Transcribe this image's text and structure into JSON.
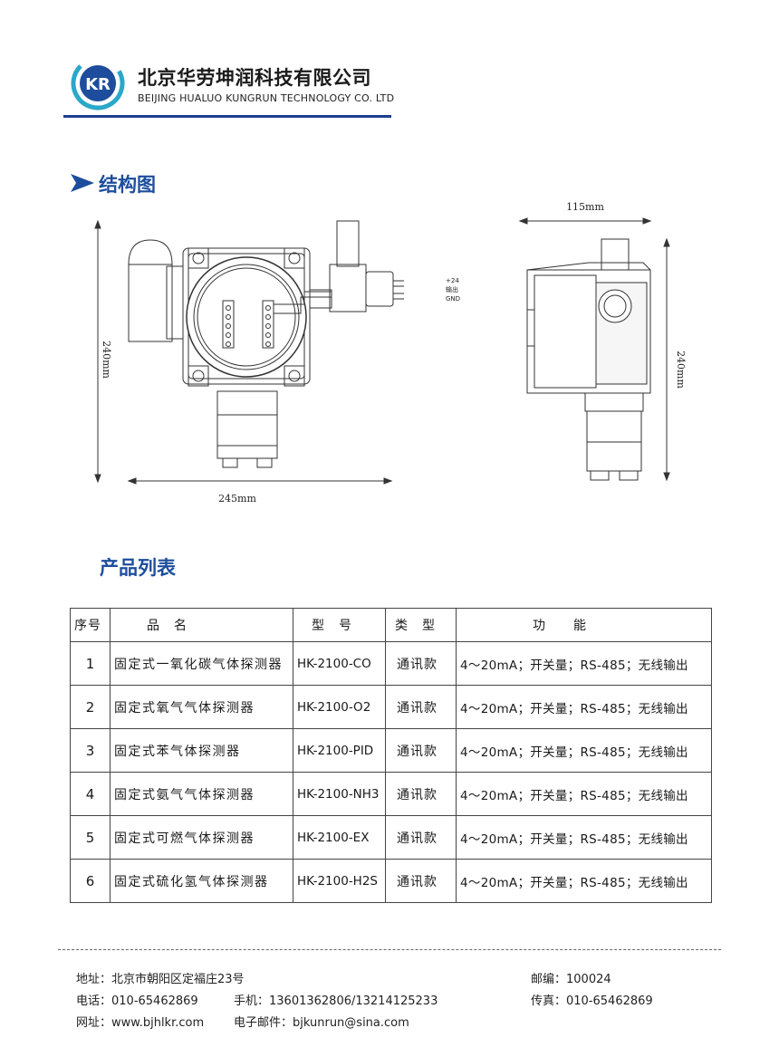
{
  "header": {
    "logo_text": "KR",
    "company_cn": "北京华劳坤润科技有限公司",
    "company_en": "BEIJING HUALUO KUNGRUN TECHNOLOGY CO. LTD"
  },
  "structure": {
    "title": "结构图",
    "front_view": {
      "height_label": "240mm",
      "width_label": "245mm",
      "terminal_labels": [
        "+24",
        "输出",
        "GND"
      ]
    },
    "side_view": {
      "width_label": "115mm",
      "height_label": "240mm"
    }
  },
  "product_list": {
    "title": "产品列表",
    "headers": [
      "序号",
      "品　名",
      "型　号",
      "类　型",
      "功　　能"
    ],
    "rows": [
      {
        "no": "1",
        "name": "固定式一氧化碳气体探测器",
        "model": "HK-2100-CO",
        "type": "通讯款",
        "function": "4～20mA；开关量；RS-485；无线输出"
      },
      {
        "no": "2",
        "name": "固定式氧气气体探测器",
        "model": "HK-2100-O2",
        "type": "通讯款",
        "function": "4～20mA；开关量；RS-485；无线输出"
      },
      {
        "no": "3",
        "name": "固定式苯气体探测器",
        "model": "HK-2100-PID",
        "type": "通讯款",
        "function": "4～20mA；开关量；RS-485；无线输出"
      },
      {
        "no": "4",
        "name": "固定式氨气气体探测器",
        "model": "HK-2100-NH3",
        "type": "通讯款",
        "function": "4～20mA；开关量；RS-485；无线输出"
      },
      {
        "no": "5",
        "name": "固定式可燃气体探测器",
        "model": "HK-2100-EX",
        "type": "通讯款",
        "function": "4～20mA；开关量；RS-485；无线输出"
      },
      {
        "no": "6",
        "name": "固定式硫化氢气体探测器",
        "model": "HK-2100-H2S",
        "type": "通讯款",
        "function": "4～20mA；开关量；RS-485；无线输出"
      }
    ]
  },
  "footer": {
    "address": "地址：北京市朝阳区定福庄23号",
    "postcode": "邮编：100024",
    "phone": "电话：010-65462869",
    "mobile": "手机：13601362806/13214125233",
    "fax": "传真：010-65462869",
    "website": "网址：www.bjhlkr.com",
    "email": "电子邮件：bjkunrun@sina.com"
  },
  "colors": {
    "brand_blue": "#1d4d9c",
    "logo_teal": "#2aa8c9",
    "rule_blue": "#1c3f8f"
  }
}
